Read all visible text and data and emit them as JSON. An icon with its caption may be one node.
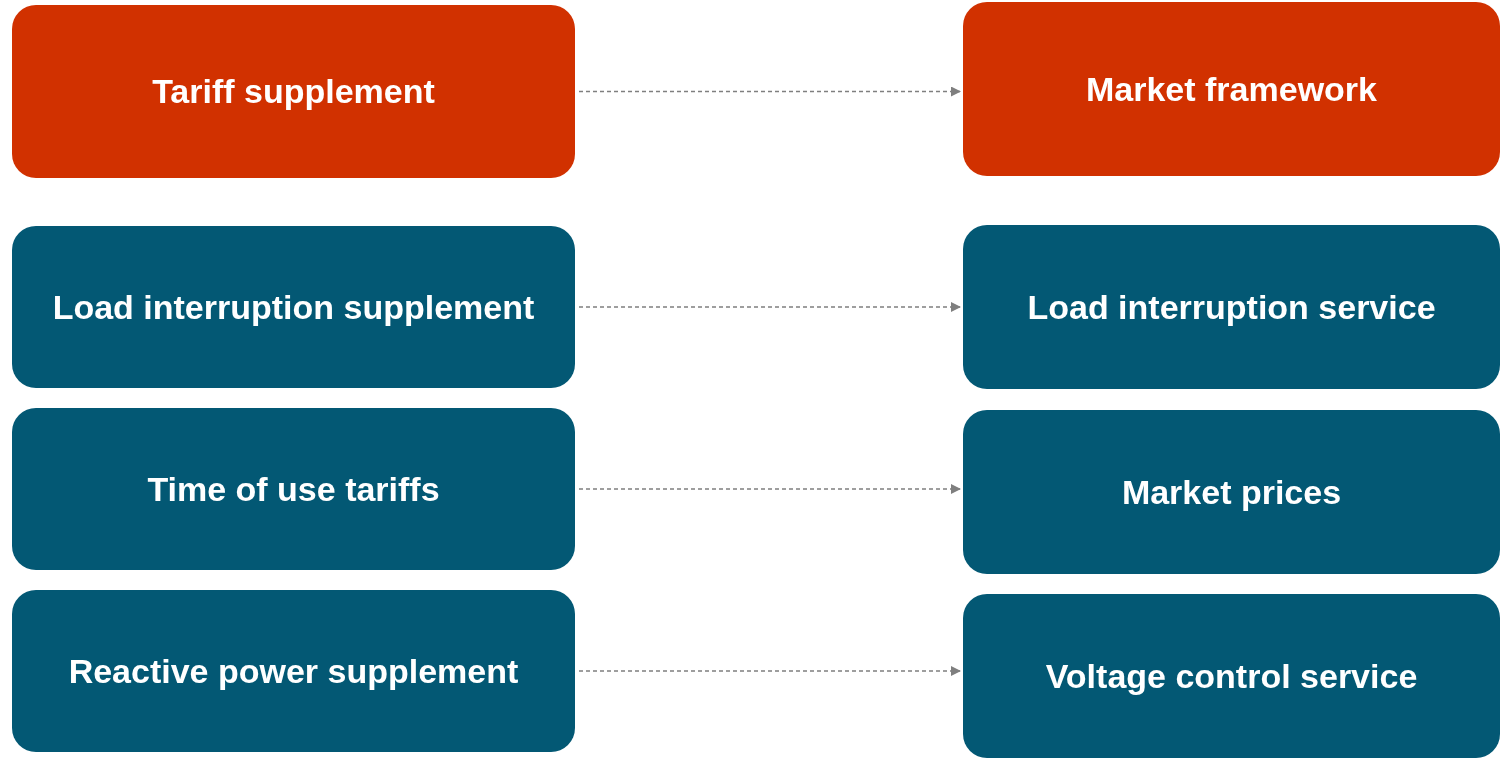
{
  "diagram": {
    "nodes": [
      {
        "text": [
          "Tariff supplement"
        ]
      },
      {
        "text": [
          "Market framework"
        ]
      },
      {
        "text": [
          "Load interruption supplement"
        ]
      },
      {
        "text": [
          "Load interruption service"
        ]
      },
      {
        "text": [
          "Time of use tariffs"
        ]
      },
      {
        "text": [
          "Market prices"
        ]
      },
      {
        "text": [
          "Reactive power supplement"
        ]
      },
      {
        "text": [
          "Voltage control service"
        ]
      }
    ],
    "edges": [
      {
        "from": 0,
        "to": 1,
        "arrow": "to",
        "style": "dashed"
      },
      {
        "from": 2,
        "to": 3,
        "arrow": "to",
        "style": "dashed"
      },
      {
        "from": 4,
        "to": 5,
        "arrow": "to",
        "style": "dashed"
      },
      {
        "from": 6,
        "to": 7,
        "arrow": "to",
        "style": "dashed"
      }
    ]
  }
}
